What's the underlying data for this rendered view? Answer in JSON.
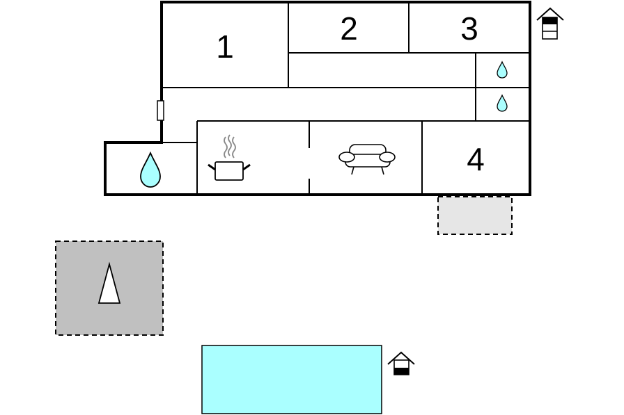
{
  "rooms": {
    "bedroom_1": {
      "number": "1"
    },
    "bedroom_2": {
      "number": "2"
    },
    "bedroom_3": {
      "number": "3"
    },
    "bedroom_4": {
      "number": "4"
    }
  },
  "icons": {
    "bathroom_large": "water-drop-icon",
    "bathroom_small_upper": "water-drop-icon",
    "bathroom_small_lower": "water-drop-icon",
    "kitchen": "cooking-pot-icon",
    "living_room": "sofa-icon",
    "upper_floor_marker": "house-floor-upper-icon",
    "ground_floor_marker": "house-floor-ground-icon",
    "parking_area": "tent-icon"
  },
  "colors": {
    "pool": "#aaffff",
    "water_drop": "#aaffff",
    "parking_fill": "#c0c0c0",
    "terrace_fill": "#e6e6e6",
    "walls": "#000000"
  }
}
